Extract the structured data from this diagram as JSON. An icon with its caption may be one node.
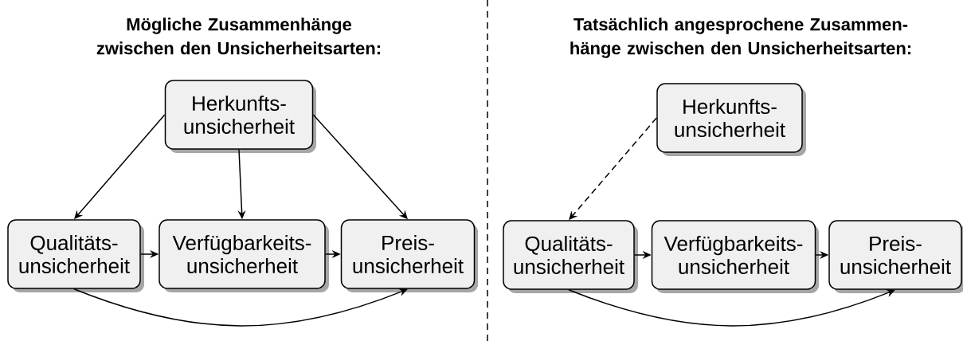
{
  "diagram": {
    "nodes": [
      {
        "text": [
          "Herkunfts- unsicherheit"
        ]
      },
      {
        "text": [
          "Qualitäts- unsicherheit"
        ]
      },
      {
        "text": [
          "Verfügbarkeits- unsicherheit"
        ]
      },
      {
        "text": [
          "Preis- unsicherheit"
        ]
      },
      {
        "text": [
          "Herkunfts- unsicherheit"
        ]
      },
      {
        "text": [
          "Qualitäts- unsicherheit"
        ]
      },
      {
        "text": [
          "Verfügbarkeits- unsicherheit"
        ]
      },
      {
        "text": [
          "Preis- unsicherheit"
        ]
      }
    ],
    "edges": [
      {
        "from": 0,
        "to": 1,
        "arrow": "to"
      },
      {
        "from": 0,
        "to": 2,
        "arrow": "to"
      },
      {
        "from": 0,
        "to": 3,
        "arrow": "to"
      },
      {
        "from": 1,
        "to": 2,
        "arrow": "to"
      },
      {
        "from": 2,
        "to": 3,
        "arrow": "to"
      },
      {
        "from": 1,
        "to": 3,
        "arrow": "to"
      },
      {
        "from": 4,
        "to": 5,
        "arrow": "to",
        "style": "dashed"
      },
      {
        "from": 5,
        "to": 6,
        "arrow": "to"
      },
      {
        "from": 6,
        "to": 7,
        "arrow": "to"
      },
      {
        "from": 5,
        "to": 7,
        "arrow": "to"
      }
    ],
    "labels": [
      "Mögliche Zusammenhänge zwischen den Unsicherheitsarten:",
      "Tatsächlich angesprochene Zusammen- hänge zwischen den Unsicherheitsarten:"
    ]
  }
}
